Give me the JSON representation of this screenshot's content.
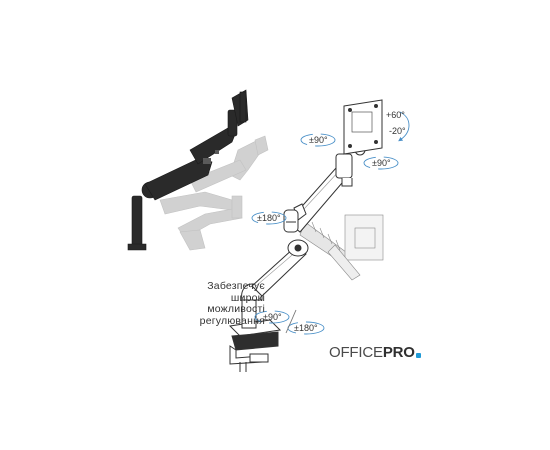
{
  "caption": {
    "lines": [
      "Забезпечує",
      "широкі",
      "можливості",
      "регулювання"
    ]
  },
  "angles": {
    "tilt_up": "+60°",
    "tilt_down": "-20°",
    "rotate_top": "±90°",
    "rotate_right": "±90°",
    "swivel_mid": "±180°",
    "base_rotate": "±90°",
    "base_swivel": "±180°"
  },
  "logo": {
    "text_light": "OFFICE",
    "text_bold": "PRO"
  },
  "colors": {
    "arm_dark": "#2a2a2a",
    "arm_ghost": "#9a9a9a",
    "outline": "#333333",
    "accent": "#1f9ad6",
    "arrow": "#4a90c8"
  }
}
